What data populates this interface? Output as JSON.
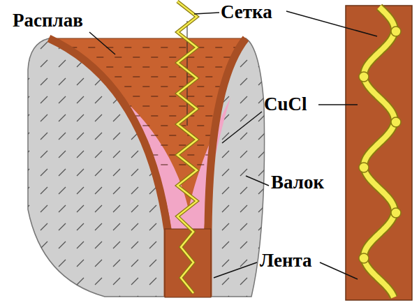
{
  "diagram": {
    "labels": [
      "Расплав",
      "Сетка",
      "CuCl",
      "Валок",
      "Лента"
    ]
  }
}
